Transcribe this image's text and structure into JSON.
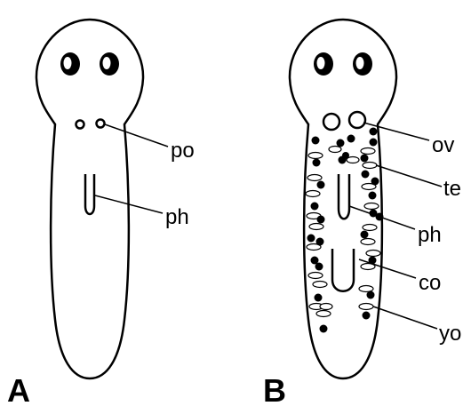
{
  "figure": {
    "panels": [
      {
        "id": "A",
        "label": "A",
        "annotations": [
          "po",
          "ph"
        ]
      },
      {
        "id": "B",
        "label": "B",
        "annotations": [
          "ov",
          "te",
          "ph",
          "co",
          "yo"
        ]
      }
    ],
    "colors": {
      "stroke": "#000000",
      "fill": "#ffffff"
    }
  }
}
